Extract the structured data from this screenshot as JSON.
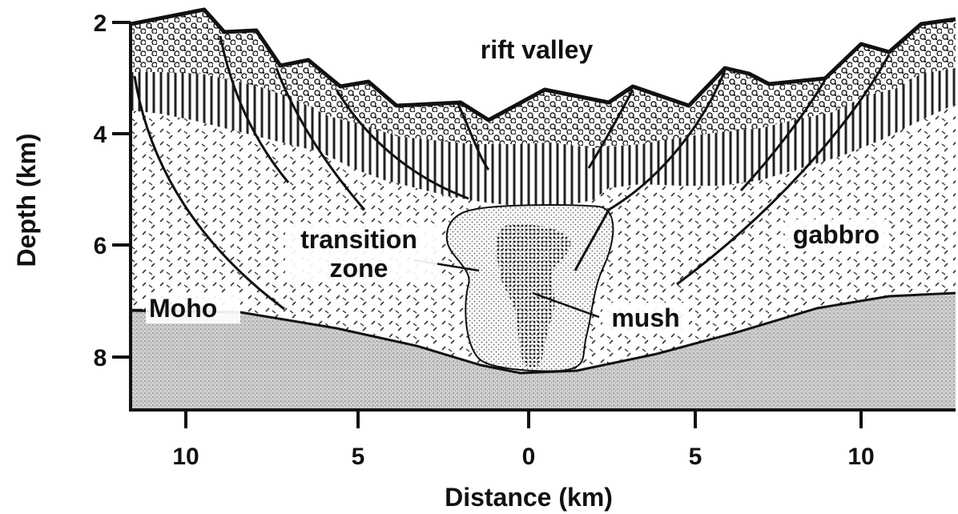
{
  "axes": {
    "x_label": "Distance (km)",
    "y_label": "Depth (km)",
    "x_ticks": [
      "10",
      "5",
      "0",
      "5",
      "10"
    ],
    "y_ticks": [
      "2",
      "4",
      "6",
      "8"
    ]
  },
  "labels": {
    "rift_valley": "rift valley",
    "transition_line1": "transition",
    "transition_line2": "zone",
    "gabbro": "gabbro",
    "moho": "Moho",
    "mush": "mush"
  },
  "colors": {
    "ink": "#111111",
    "mantle": "#cfcfcf",
    "background": "#ffffff"
  }
}
